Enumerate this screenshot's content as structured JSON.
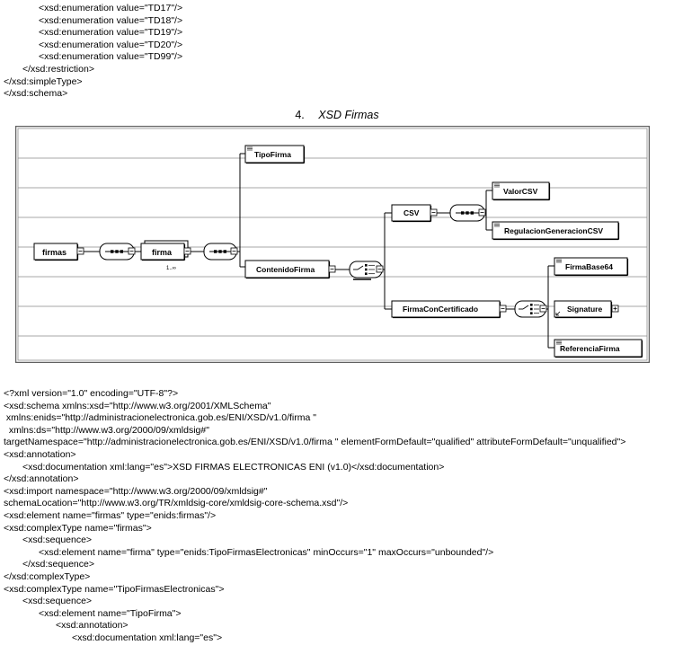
{
  "code_top": [
    {
      "text": "<xsd:enumeration value=\"TD17\"/>",
      "indent": 2
    },
    {
      "text": "<xsd:enumeration value=\"TD18\"/>",
      "indent": 2
    },
    {
      "text": "<xsd:enumeration value=\"TD19\"/>",
      "indent": 2
    },
    {
      "text": "<xsd:enumeration value=\"TD20\"/>",
      "indent": 2
    },
    {
      "text": "<xsd:enumeration value=\"TD99\"/>",
      "indent": 2
    },
    {
      "text": "</xsd:restriction>",
      "indent": 1
    },
    {
      "text": "</xsd:simpleType>",
      "indent": 0
    },
    {
      "text": "</xsd:schema>",
      "indent": 0
    }
  ],
  "heading": {
    "number": "4.",
    "title": "XSD Firmas"
  },
  "diagram": {
    "nodes": {
      "firmas": "firmas",
      "firma": "firma",
      "firma_cardinality": "1..∞",
      "tipo_firma": "TipoFirma",
      "contenido_firma": "ContenidoFirma",
      "csv": "CSV",
      "valor_csv": "ValorCSV",
      "regulacion_csv": "RegulacionGeneracionCSV",
      "firma_con_certificado": "FirmaConCertificado",
      "firma_base64": "FirmaBase64",
      "signature": "Signature",
      "referencia_firma": "ReferenciaFirma"
    }
  },
  "code_bottom": [
    {
      "text": "<?xml version=\"1.0\" encoding=\"UTF-8\"?>",
      "indent": 0
    },
    {
      "text": "<xsd:schema xmlns:xsd=\"http://www.w3.org/2001/XMLSchema\"",
      "indent": 0
    },
    {
      "text": " xmlns:enids=\"http://administracionelectronica.gob.es/ENI/XSD/v1.0/firma \"",
      "indent": 0
    },
    {
      "text": "  xmlns:ds=\"http://www.w3.org/2000/09/xmldsig#\"",
      "indent": 0
    },
    {
      "text": "targetNamespace=\"http://administracionelectronica.gob.es/ENI/XSD/v1.0/firma \" elementFormDefault=\"qualified\" attributeFormDefault=\"unqualified\">",
      "indent": 0
    },
    {
      "text": "<xsd:annotation>",
      "indent": 0
    },
    {
      "text": "<xsd:documentation xml:lang=\"es\">XSD FIRMAS ELECTRONICAS ENI (v1.0)</xsd:documentation>",
      "indent": 1
    },
    {
      "text": "</xsd:annotation>",
      "indent": 0
    },
    {
      "text": "<xsd:import namespace=\"http://www.w3.org/2000/09/xmldsig#\"",
      "indent": 0
    },
    {
      "text": "schemaLocation=\"http://www.w3.org/TR/xmldsig-core/xmldsig-core-schema.xsd\"/>",
      "indent": 0
    },
    {
      "text": "<xsd:element name=\"firmas\" type=\"enids:firmas\"/>",
      "indent": 0
    },
    {
      "text": "<xsd:complexType name=\"firmas\">",
      "indent": 0
    },
    {
      "text": "<xsd:sequence>",
      "indent": 1
    },
    {
      "text": "<xsd:element name=\"firma\" type=\"enids:TipoFirmasElectronicas\" minOccurs=\"1\" maxOccurs=\"unbounded\"/>",
      "indent": 2
    },
    {
      "text": "</xsd:sequence>",
      "indent": 1
    },
    {
      "text": "</xsd:complexType>",
      "indent": 0
    },
    {
      "text": "<xsd:complexType name=\"TipoFirmasElectronicas\">",
      "indent": 0
    },
    {
      "text": "<xsd:sequence>",
      "indent": 1
    },
    {
      "text": "<xsd:element name=\"TipoFirma\">",
      "indent": 2
    },
    {
      "text": "<xsd:annotation>",
      "indent": 3
    },
    {
      "text": "<xsd:documentation xml:lang=\"es\">",
      "indent": 4
    }
  ]
}
